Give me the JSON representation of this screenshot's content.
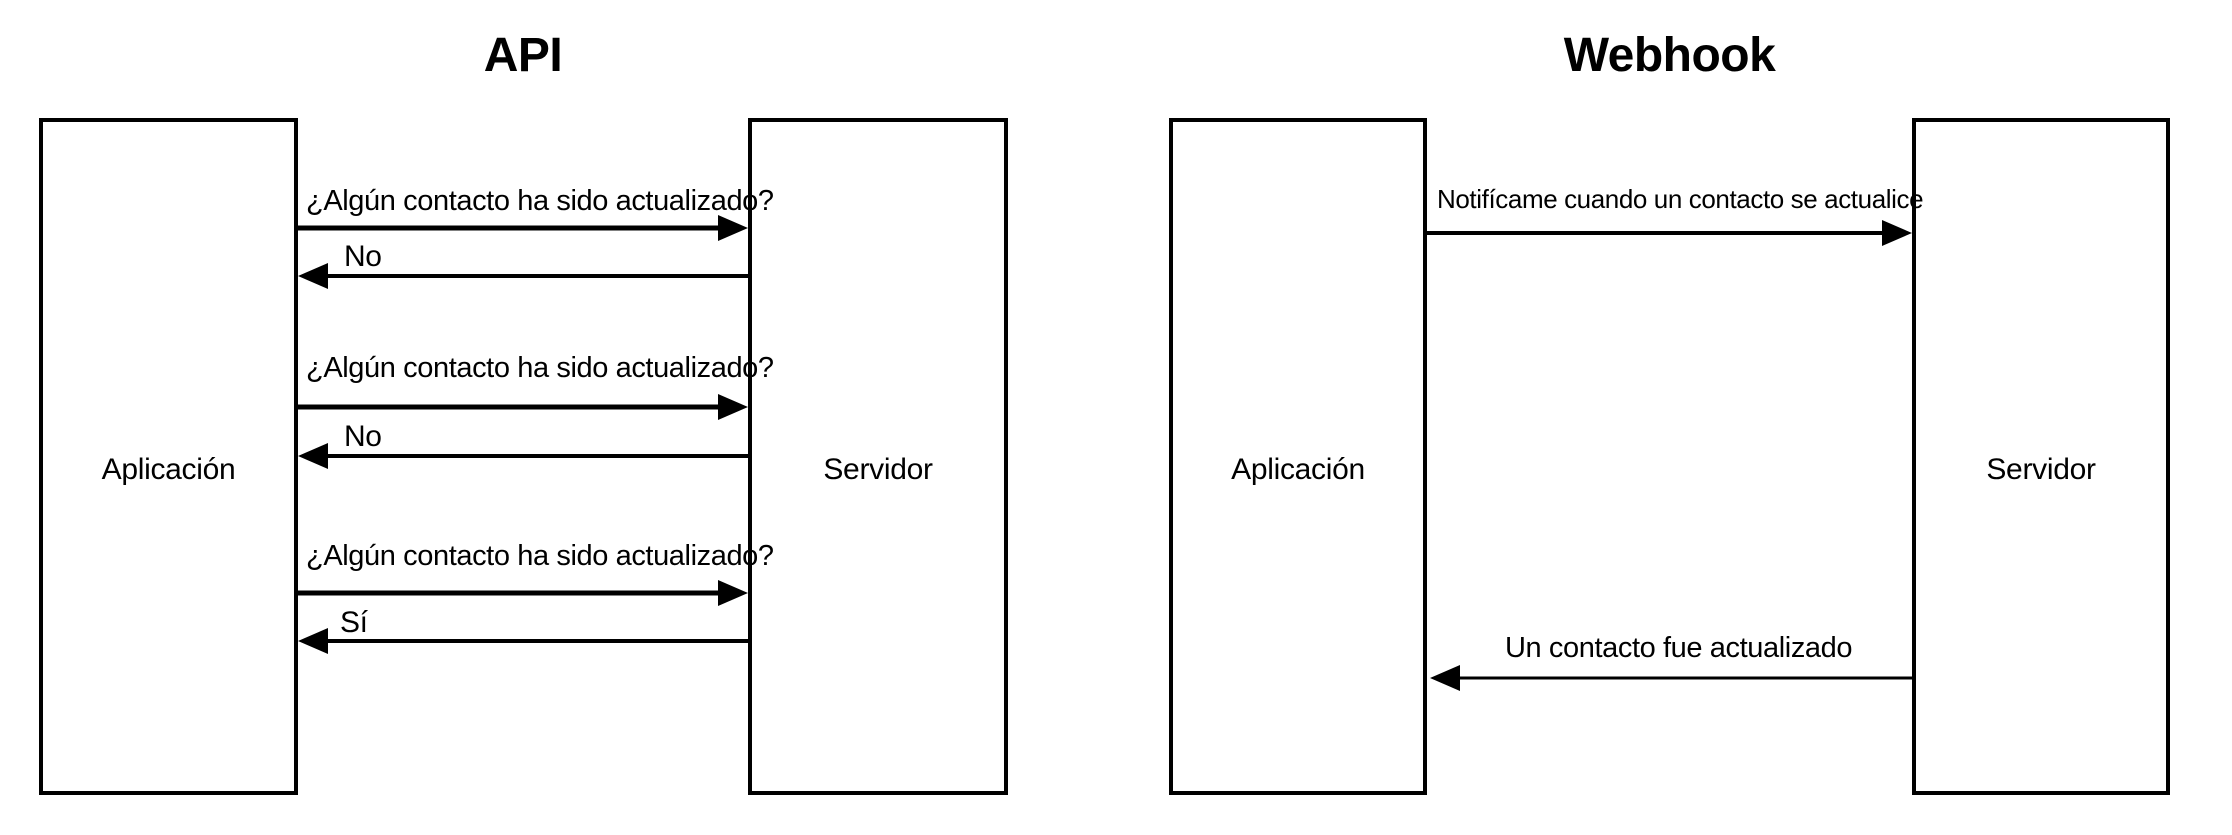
{
  "page": {
    "background_color": "#ffffff",
    "line_color": "#000000",
    "text_color": "#000000"
  },
  "diagrams": [
    {
      "title": "API",
      "actors": {
        "left": "Aplicación",
        "right": "Servidor"
      },
      "messages": [
        {
          "text": "¿Algún contacto ha sido actualizado?",
          "direction": "right"
        },
        {
          "text": "No",
          "direction": "left"
        },
        {
          "text": "¿Algún contacto ha sido actualizado?",
          "direction": "right"
        },
        {
          "text": "No",
          "direction": "left"
        },
        {
          "text": "¿Algún contacto ha sido actualizado?",
          "direction": "right"
        },
        {
          "text": "Sí",
          "direction": "left"
        }
      ]
    },
    {
      "title": "Webhook",
      "actors": {
        "left": "Aplicación",
        "right": "Servidor"
      },
      "messages": [
        {
          "text": "Notifícame cuando un contacto se actualice",
          "direction": "right"
        },
        {
          "text": "Un contacto fue actualizado",
          "direction": "left"
        }
      ]
    }
  ]
}
